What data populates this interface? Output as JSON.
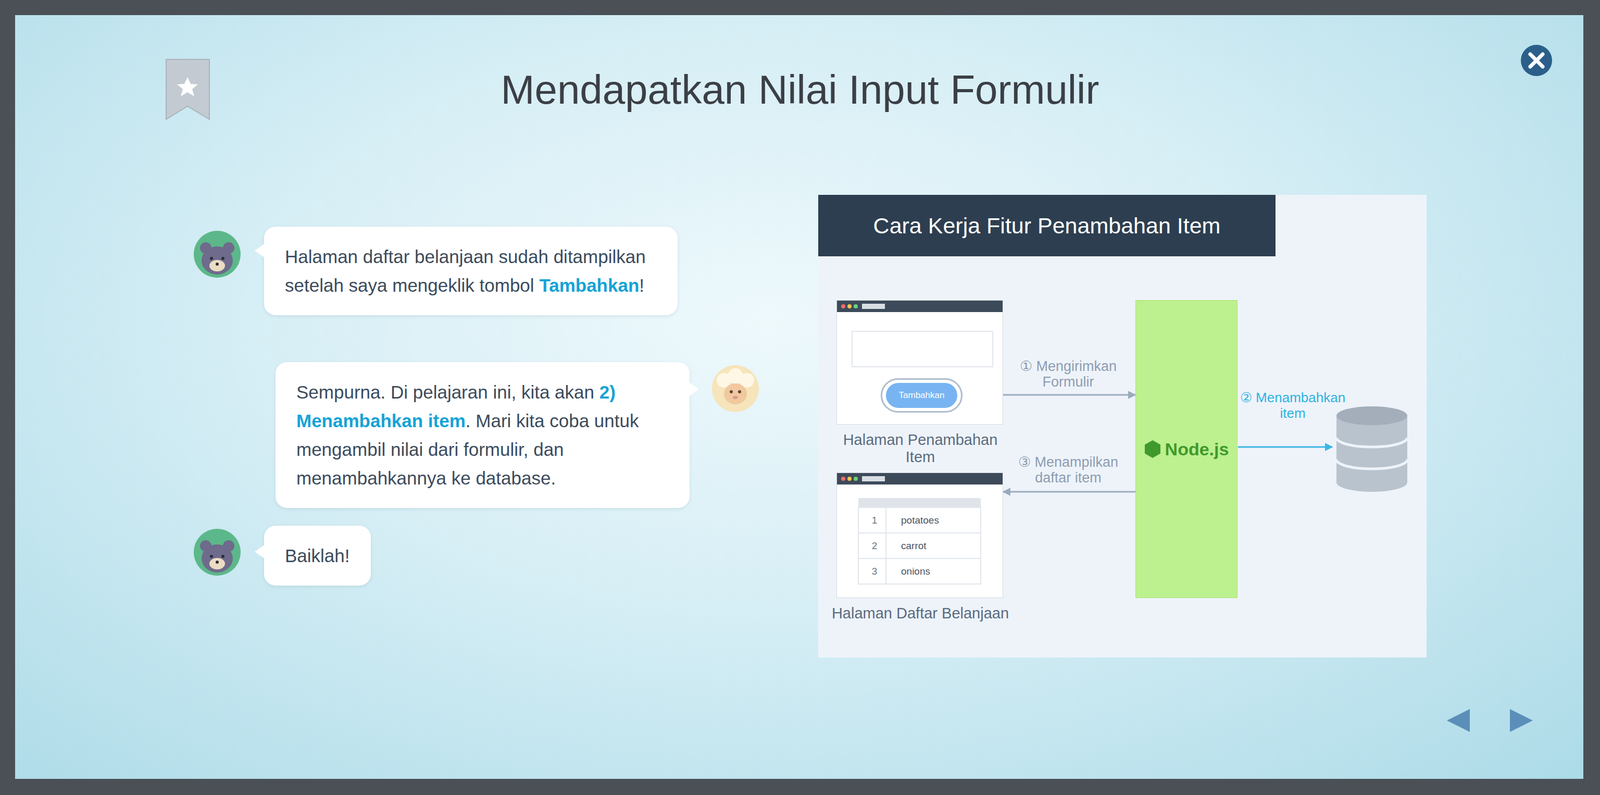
{
  "diagram": {
    "title": "Mendapatkan Nilai Input Formulir",
    "nodes": [
      {
        "text": [
          "Halaman daftar belanjaan sudah ditampilkan setelah saya mengeklik tombol",
          "Tambahkan",
          "!"
        ]
      },
      {
        "text": [
          "Sempurna. Di pelajaran ini, kita akan",
          "2) Menambahkan item",
          ". Mari kita coba untuk mengambil nilai dari formulir, dan menambahkannya ke database."
        ]
      },
      {
        "text": [
          "Baiklah!"
        ]
      },
      {
        "text": [
          "Cara Kerja Fitur Penambahan Item"
        ]
      },
      {
        "text": [
          "Halaman Penambahan Item"
        ],
        "in": 3
      },
      {
        "text": [
          "Tambahkan"
        ],
        "in": 4
      },
      {
        "text": [
          "Node.js"
        ],
        "in": 3
      },
      {
        "text": [
          "Halaman Daftar Belanjaan"
        ],
        "in": 3
      }
    ],
    "edges": [
      {
        "from": 5,
        "to": 6,
        "label": "① Mengirimkan Formulir",
        "arrow": "to"
      },
      {
        "from": 6,
        "to": 7,
        "label": "③ Menampilkan daftar item",
        "arrow": "to"
      }
    ],
    "labels": [
      "② Menambahkan item",
      "1",
      "potatoes",
      "2",
      "carrot",
      "3",
      "onions"
    ]
  }
}
